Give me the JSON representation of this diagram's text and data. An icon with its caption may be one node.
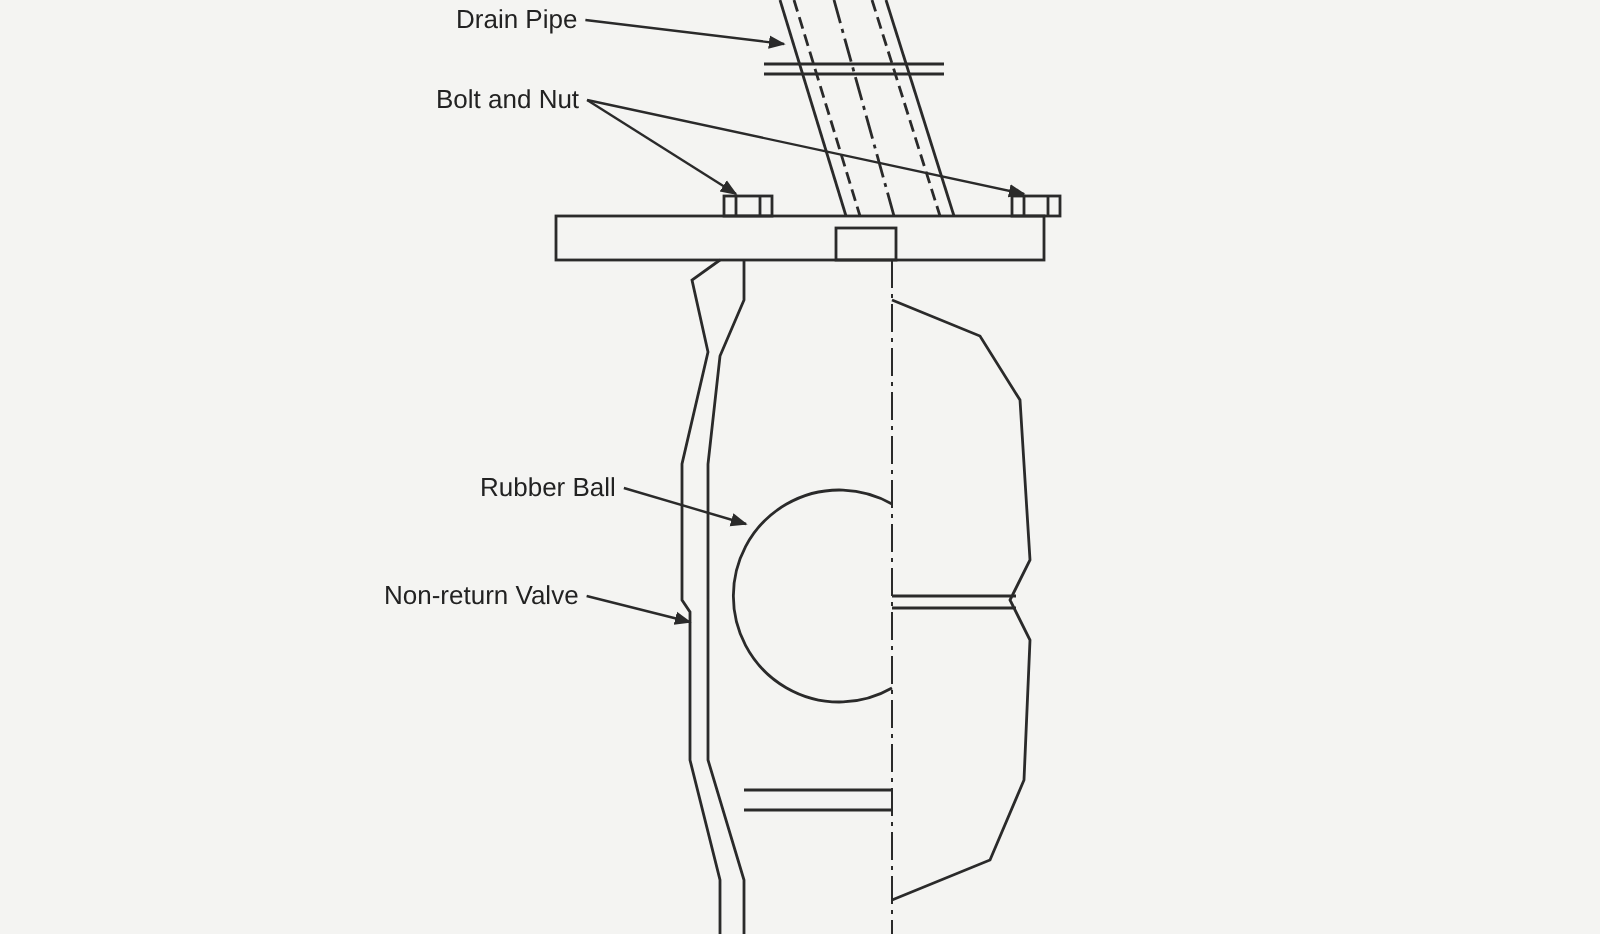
{
  "diagram": {
    "nodes": [
      {
        "text": [
          "Drain Pipe"
        ]
      },
      {
        "text": [],
        "shape": "picture"
      },
      {
        "text": [
          "Bolt and Nut"
        ]
      },
      {
        "text": [],
        "shape": "picture"
      },
      {
        "text": [],
        "shape": "picture"
      },
      {
        "text": [
          "Rubber Ball"
        ]
      },
      {
        "text": [
          "Non-return Valve"
        ]
      },
      {
        "text": [],
        "shape": "picture"
      },
      {
        "text": [],
        "shape": "circle",
        "in": 7
      }
    ],
    "edges": [
      {
        "from": 0,
        "to": 1,
        "arrow": "to"
      },
      {
        "from": 2,
        "to": 3,
        "arrow": "to"
      },
      {
        "from": 2,
        "to": 4,
        "arrow": "to"
      },
      {
        "from": 5,
        "to": 8,
        "arrow": "to"
      },
      {
        "from": 6,
        "to": 7,
        "arrow": "to"
      }
    ]
  }
}
